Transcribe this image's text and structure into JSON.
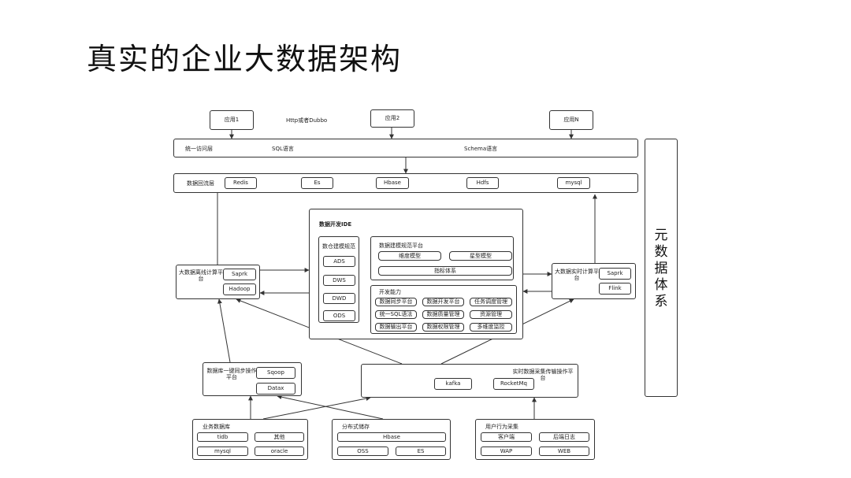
{
  "title": "真实的企业大数据架构",
  "top": {
    "app1": "应用1",
    "app2": "应用2",
    "appn": "应用N",
    "protocol": "Http或者Dubbo"
  },
  "unified_access": {
    "label": "统一访问层",
    "sql": "SQL语言",
    "schema": "Schema语言"
  },
  "data_return": {
    "label": "数据回流层",
    "items": [
      "Redis",
      "Es",
      "Hbase",
      "Hdfs",
      "mysql"
    ]
  },
  "ide": {
    "title": "数据开发IDE",
    "warehouse_label": "数仓建模规范",
    "layers": [
      "ADS",
      "DWS",
      "DWD",
      "ODS"
    ],
    "modeling": {
      "title": "数据建模规范平台",
      "items": [
        "维度模型",
        "星型模型",
        "指标体系"
      ]
    },
    "dev": {
      "title": "开发能力",
      "items": [
        "数据同步平台",
        "数据开发平台",
        "任务调度管理",
        "统一SQL语法",
        "数据质量管理",
        "资源管理",
        "数据输出平台",
        "数据权限管理",
        "多维度监控"
      ]
    }
  },
  "offline": {
    "label": "大数据离线计算平台",
    "items": [
      "Saprk",
      "Hadoop"
    ]
  },
  "realtime": {
    "label": "大数据实时计算平台",
    "items": [
      "Saprk",
      "Flink"
    ]
  },
  "sync": {
    "label": "数据库一键同步操作平台",
    "items": [
      "Sqoop",
      "Datax"
    ]
  },
  "collect": {
    "label": "实时数据采集传输操作平台",
    "items": [
      "kafka",
      "RocketMq"
    ]
  },
  "biz_db": {
    "label": "业务数据库",
    "items": [
      "tidb",
      "其他",
      "mysql",
      "oracle"
    ]
  },
  "dist_storage": {
    "label": "分布式储存",
    "items": [
      "Hbase",
      "OSS",
      "ES"
    ]
  },
  "user_behavior": {
    "label": "用户行为采集",
    "items": [
      "客户端",
      "后端日志",
      "WAP",
      "WEB"
    ]
  },
  "metadata": "元数据体系"
}
